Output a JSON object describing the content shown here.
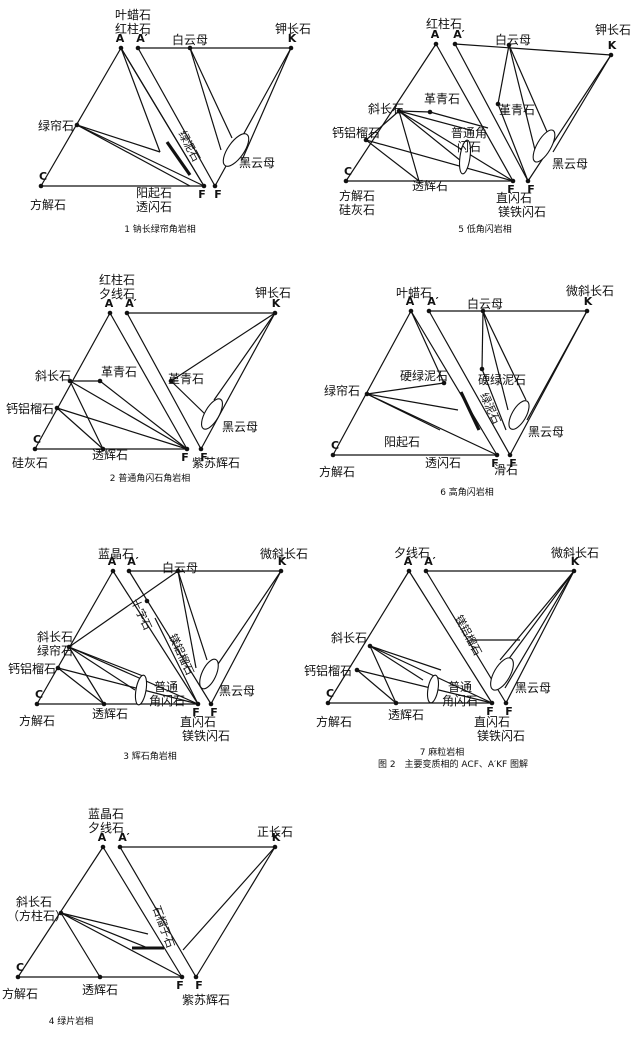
{
  "diagrams": [
    {
      "id": "d1",
      "caption": "1 钠长绿帘角岩相",
      "vertex_letters": {
        "A": "A",
        "A2": "A′",
        "K": "K",
        "C": "C",
        "F1": "F",
        "F2": "F"
      },
      "labels": {
        "top_left_1": "叶蜡石",
        "top_left_2": "红柱石",
        "top_mid": "白云母",
        "top_right": "钾长石",
        "left": "绿帘石",
        "bottom_left": "方解石",
        "bottom_mid_1": "阳起石",
        "bottom_mid_2": "透闪石",
        "right_mid": "黑云母",
        "band": "绿泥石"
      }
    },
    {
      "id": "d5",
      "caption": "5 低角闪岩相",
      "vertex_letters": {
        "A": "A",
        "A2": "A′",
        "K": "K",
        "C": "C",
        "F1": "F",
        "F2": "F"
      },
      "labels": {
        "top_left": "红柱石",
        "top_mid": "白云母",
        "top_right": "钾长石",
        "left_1": "斜长石",
        "left_2": "钙铝榴石",
        "inner_1": "革青石",
        "inner_2": "堇青石",
        "inner_3": "普通角",
        "inner_4": "闪石",
        "bottom_left_1": "方解石",
        "bottom_left_2": "硅灰石",
        "bottom_mid": "透辉石",
        "bottom_right_1": "直闪石",
        "bottom_right_2": "镁铁闪石",
        "right_mid": "黑云母"
      }
    },
    {
      "id": "d2",
      "caption": "2 普通角闪石角岩相",
      "vertex_letters": {
        "A": "A",
        "A2": "A′",
        "K": "K",
        "C": "C",
        "F1": "F",
        "F2": "F"
      },
      "labels": {
        "top_left_1": "红柱石",
        "top_left_2": "夕线石",
        "top_right": "钾长石",
        "left_1": "斜长石",
        "left_2": "钙铝榴石",
        "inner_1": "革青石",
        "inner_2": "堇青石",
        "bottom_left": "硅灰石",
        "bottom_mid": "透辉石",
        "bottom_right": "紫苏辉石",
        "right_mid": "黑云母"
      }
    },
    {
      "id": "d6",
      "caption": "6 高角闪岩相",
      "vertex_letters": {
        "A": "A",
        "A2": "A′",
        "K": "K",
        "C": "C",
        "F1": "F",
        "F2": "F"
      },
      "labels": {
        "top_left": "叶蜡石",
        "top_mid": "白云母",
        "top_right": "微斜长石",
        "left": "绿帘石",
        "inner_1": "硬绿泥石",
        "inner_2": "硬绿泥石",
        "inner_3": "阳起石",
        "band": "绿泥石",
        "bottom_left": "方解石",
        "bottom_mid": "透闪石",
        "bottom_right": "滑石",
        "right_mid": "黑云母"
      }
    },
    {
      "id": "d3",
      "caption": "3 辉石角岩相",
      "vertex_letters": {
        "A": "A",
        "A2": "A′",
        "K": "K",
        "C": "C",
        "F1": "F",
        "F2": "F"
      },
      "labels": {
        "top_left": "蓝晶石",
        "top_mid": "白云母",
        "top_right": "微斜长石",
        "left_1": "斜长石",
        "left_2": "绿帘石",
        "left_3": "钙铝榴石",
        "band_1": "十字石",
        "band_2": "镁铝榴石",
        "inner_1": "普通",
        "inner_2": "角闪石",
        "bottom_left": "方解石",
        "bottom_mid": "透辉石",
        "bottom_right_1": "直闪石",
        "bottom_right_2": "镁铁闪石",
        "right_mid": "黑云母"
      }
    },
    {
      "id": "d7",
      "caption": "7 麻粒岩相",
      "vertex_letters": {
        "A": "A",
        "A2": "A′",
        "K": "K",
        "C": "C",
        "F1": "F",
        "F2": "F"
      },
      "labels": {
        "top_left": "夕线石",
        "top_right": "微斜长石",
        "left_1": "斜长石",
        "left_2": "钙铝榴石",
        "band": "镁铝榴石",
        "inner_1": "普通",
        "inner_2": "角闪石",
        "bottom_left": "方解石",
        "bottom_mid": "透辉石",
        "bottom_right_1": "直闪石",
        "bottom_right_2": "镁铁闪石",
        "right_mid": "黑云母"
      }
    },
    {
      "id": "d4",
      "caption": "4 绿片岩相",
      "vertex_letters": {
        "A": "A",
        "A2": "A′",
        "K": "K",
        "C": "C",
        "F1": "F",
        "F2": "F"
      },
      "labels": {
        "top_left_1": "蓝晶石",
        "top_left_2": "夕线石",
        "top_right": "正长石",
        "left_1": "斜长石",
        "left_2": "（方柱石）",
        "band": "石榴子石",
        "bottom_left": "方解石",
        "bottom_mid": "透辉石",
        "bottom_right": "紫苏辉石"
      }
    }
  ],
  "figure_caption": "图 2　主要变质相的 ACF、A′KF 图解"
}
